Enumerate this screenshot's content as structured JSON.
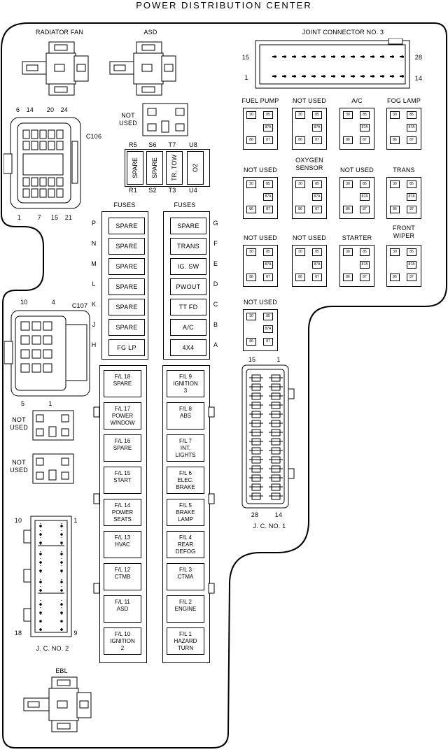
{
  "title": "POWER DISTRIBUTION CENTER",
  "top_relays": {
    "radiator_fan": "RADIATOR FAN",
    "asd": "ASD"
  },
  "joint_connector_3": {
    "label": "JOINT CONNECTOR NO. 3",
    "pin_tl": "15",
    "pin_tr": "28",
    "pin_bl": "1",
    "pin_br": "14"
  },
  "relay_pins": {
    "p30": "30",
    "p85": "85",
    "p86": "86",
    "p87": "87",
    "p87a": "87A"
  },
  "relay_grid": [
    [
      "FUEL PUMP",
      "NOT USED",
      "A/C",
      "FOG LAMP"
    ],
    [
      "NOT USED",
      "OXYGEN\nSENSOR",
      "NOT USED",
      "TRANS"
    ],
    [
      "NOT USED",
      "NOT USED",
      "STARTER",
      "FRONT\nWIPER"
    ],
    [
      "NOT USED"
    ]
  ],
  "c106": {
    "label": "C106",
    "top_pins": "6  14    20  24",
    "bottom_pins": "1     7   15  21"
  },
  "small_not_used": "NOT\nUSED",
  "mini_fuse_row": {
    "top": [
      "R5",
      "S6",
      "T7",
      "U8"
    ],
    "bottom": [
      "R1",
      "S2",
      "T3",
      "U4"
    ],
    "fuses": [
      "SPARE",
      "SPARE",
      "TR. TOW",
      "O2"
    ]
  },
  "fuses_left": {
    "header": "FUSES",
    "letters": [
      "P",
      "N",
      "M",
      "L",
      "K",
      "J",
      "H"
    ],
    "labels": [
      "SPARE",
      "SPARE",
      "SPARE",
      "SPARE",
      "SPARE",
      "SPARE",
      "FG LP"
    ]
  },
  "fuses_right": {
    "header": "FUSES",
    "letters": [
      "G",
      "F",
      "E",
      "D",
      "C",
      "B",
      "A"
    ],
    "labels": [
      "SPARE",
      "TRANS",
      "IG. SW",
      "PWOUT",
      "TT FD",
      "A/C",
      "4X4"
    ]
  },
  "c107": {
    "label": "C107",
    "top_pins": "10      4",
    "bottom_pins": "5      1"
  },
  "not_used_a": "NOT\nUSED",
  "not_used_b": "NOT\nUSED",
  "maxi_left": [
    "F/L 18\nSPARE",
    "F/L 17\nPOWER\nWINDOW",
    "F/L 16\nSPARE",
    "F/L 15\nSTART",
    "F/L 14\nPOWER\nSEATS",
    "F/L 13\nHVAC",
    "F/L 12\nCTMB",
    "F/L 11\nASD",
    "F/L 10\nIGNITION\n2"
  ],
  "maxi_right": [
    "F/L 9\nIGNITION\n3",
    "F/L 8\nABS",
    "F/L 7\nINT.\nLIGHTS",
    "F/L 6\nELEC.\nBRAKE",
    "F/L 5\nBRAKE\nLAMP",
    "F/L 4\nREAR\nDEFOG",
    "F/L 3\nCTMA",
    "F/L 2\nENGINE",
    "F/L 1\nHAZARD\nTURN"
  ],
  "jc1": {
    "label": "J. C. NO. 1",
    "pin_tl": "15",
    "pin_tr": "1",
    "pin_bl": "28",
    "pin_br": "14"
  },
  "jc2": {
    "label": "J. C. NO. 2",
    "pin_tl": "10",
    "pin_tr": "1",
    "pin_bl": "18",
    "pin_br": "9"
  },
  "ebl": {
    "label": "EBL"
  }
}
